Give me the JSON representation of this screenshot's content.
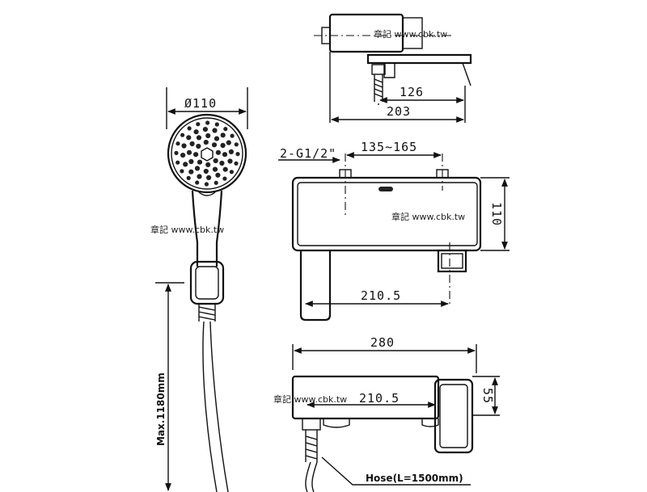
{
  "dimensions": {
    "shower_head_diameter": "Ø110",
    "spout_reach": "126",
    "side_depth": "203",
    "inlet_thread": "2-G1/2\"",
    "inlet_spacing": "135~165",
    "body_height": "110",
    "front_inlet_to_spout": "210.5",
    "overall_width": "280",
    "bottom_inlet_to_spout": "210.5",
    "bottom_height": "55",
    "hose_max": "Max.1180mm",
    "hose_note": "Hose(L=1500mm)"
  },
  "watermarks": {
    "top": "章記 www.cbk.tw",
    "middle": "章記 www.cbk.tw",
    "left": "章記 www.cbk.tw",
    "bottom": "章記 www.cbk.tw"
  }
}
